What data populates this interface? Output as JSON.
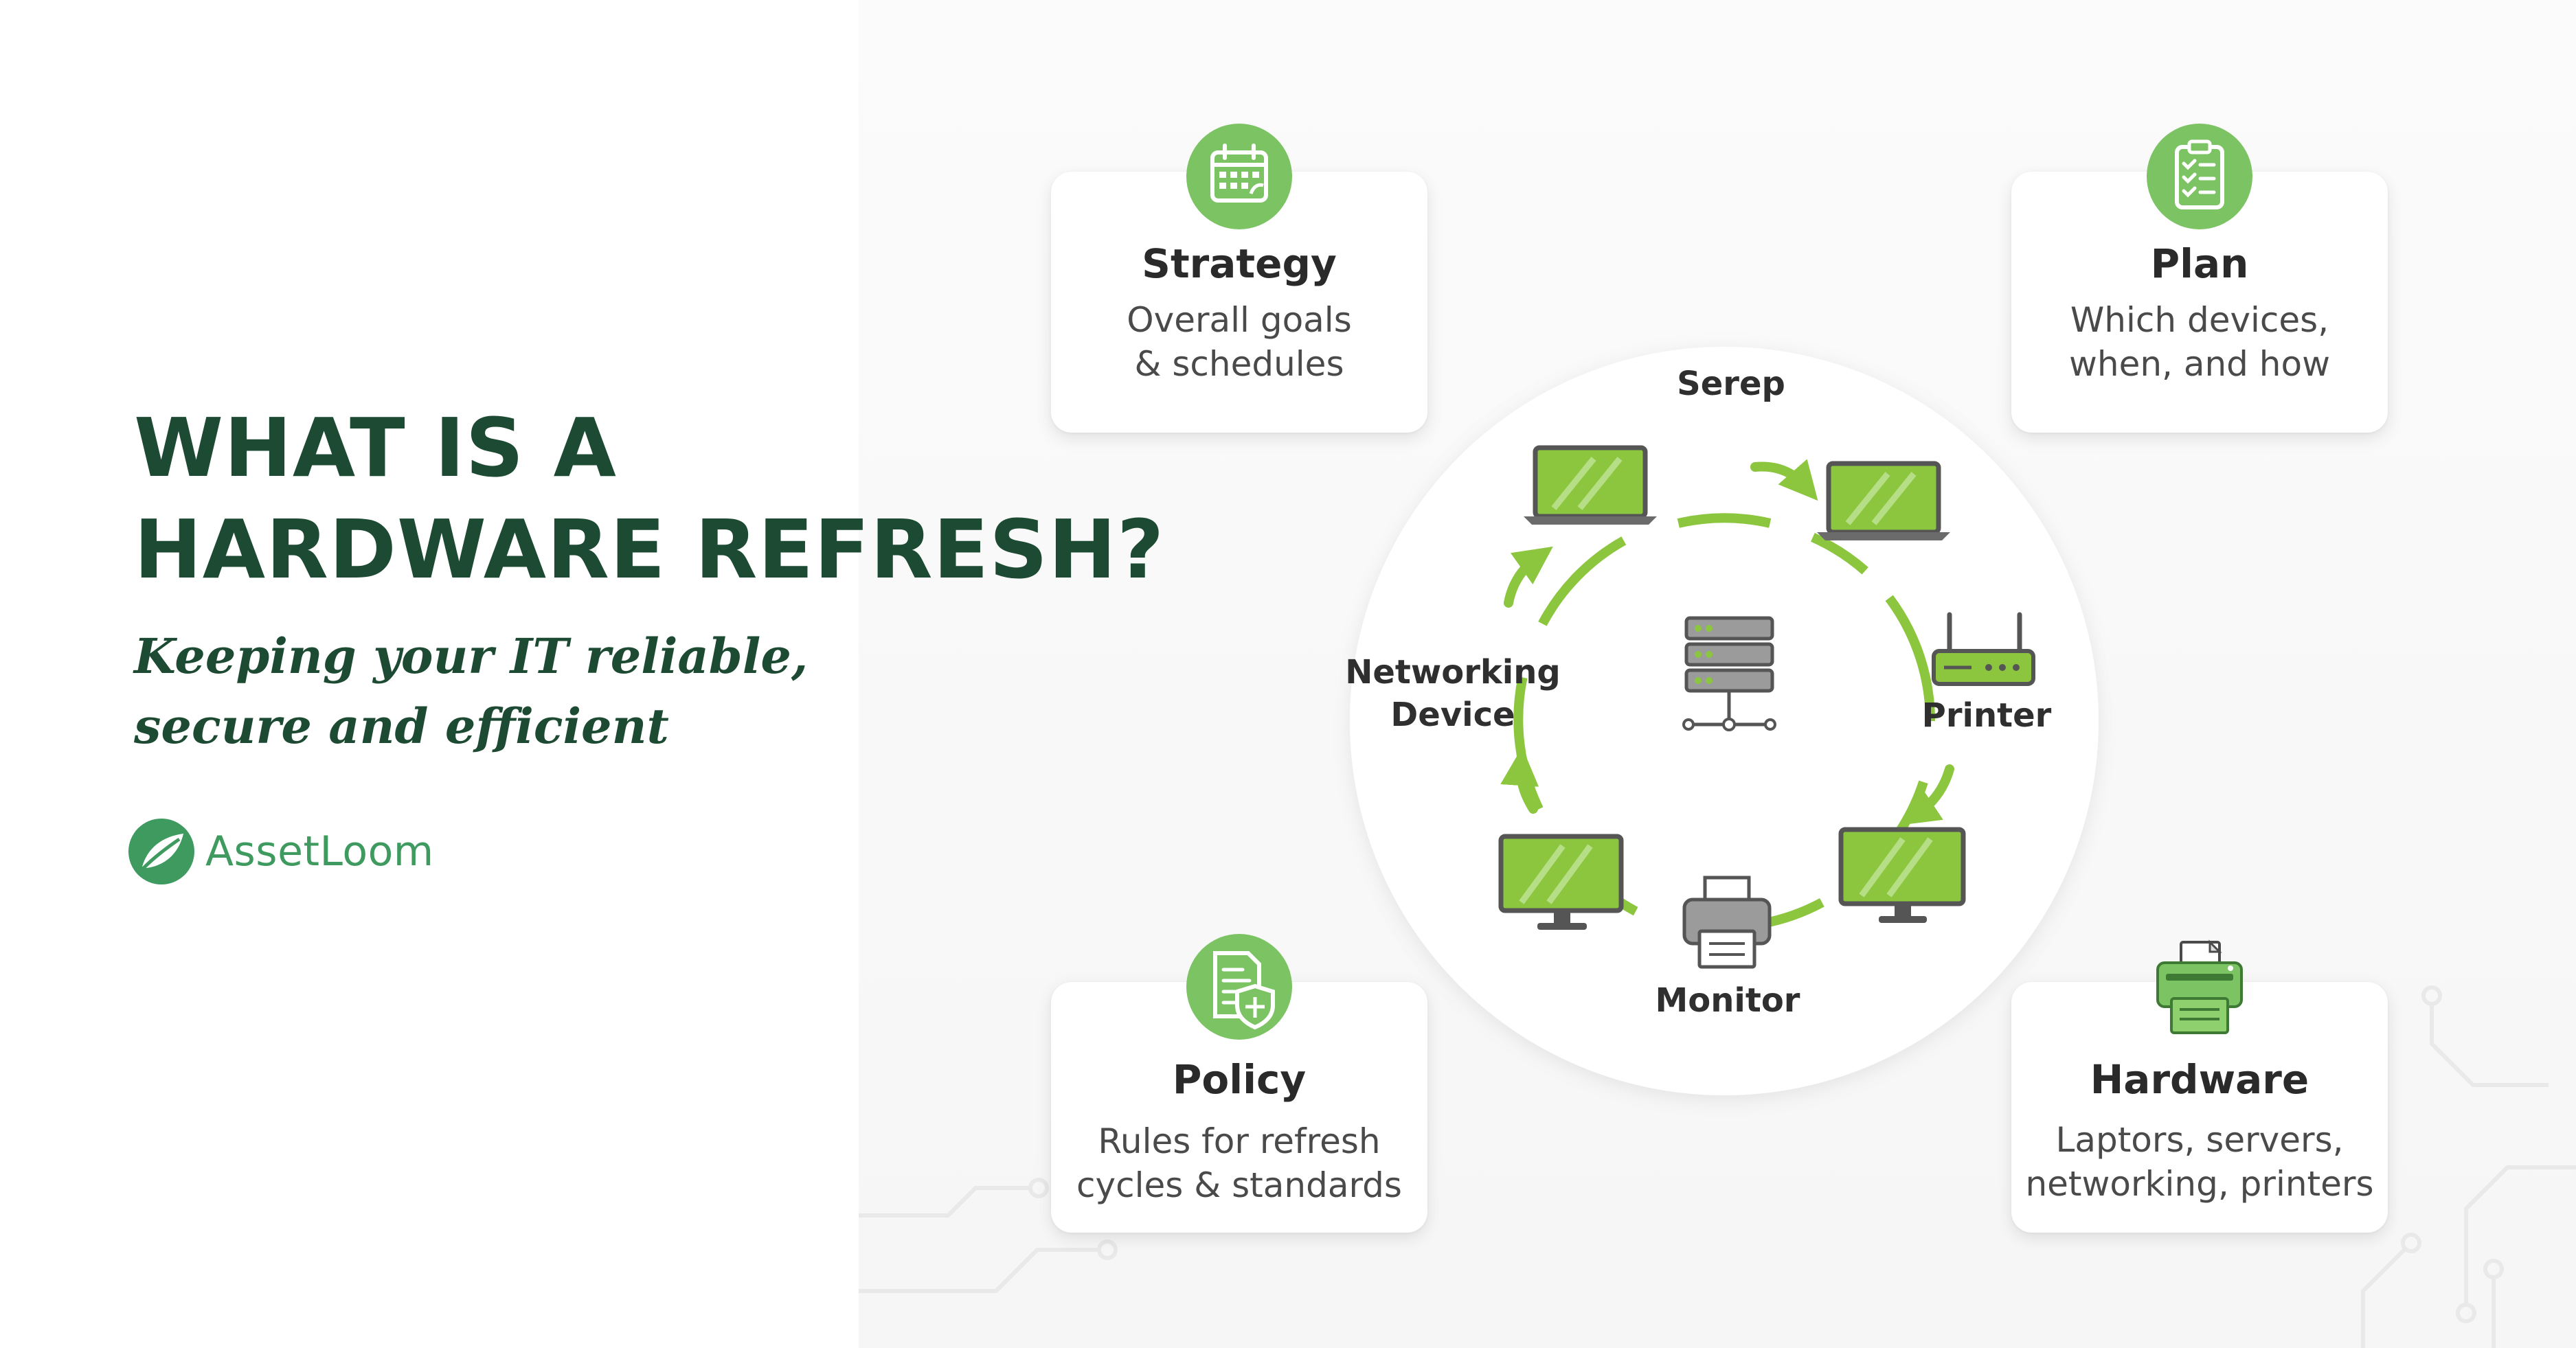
{
  "headline": "WHAT IS A\nHARDWARE REFRESH?",
  "subtitle": "Keeping your IT reliable,\nsecure and efficient",
  "brand": {
    "name": "AssetLoom"
  },
  "colors": {
    "dark_green": "#1d4a32",
    "brand_green": "#3e9a5f",
    "accent_green": "#8cc63f",
    "icon_badge": "#7cc364"
  },
  "cards": {
    "strategy": {
      "title": "Strategy",
      "desc": "Overall goals\n& schedules",
      "icon": "calendar-icon"
    },
    "plan": {
      "title": "Plan",
      "desc": "Which devices,\nwhen, and how",
      "icon": "checklist-icon"
    },
    "policy": {
      "title": "Policy",
      "desc": "Rules for refresh\ncycles & standards",
      "icon": "shield-document-icon"
    },
    "hardware": {
      "title": "Hardware",
      "desc": "Laptors, servers,\nnetworking, printers",
      "icon": "printer-icon"
    }
  },
  "cycle": {
    "top_label": "Serep",
    "left_label": "Networking\nDevice",
    "right_label": "Printer",
    "bottom_label": "Monitor",
    "center_icon": "server-icon"
  }
}
